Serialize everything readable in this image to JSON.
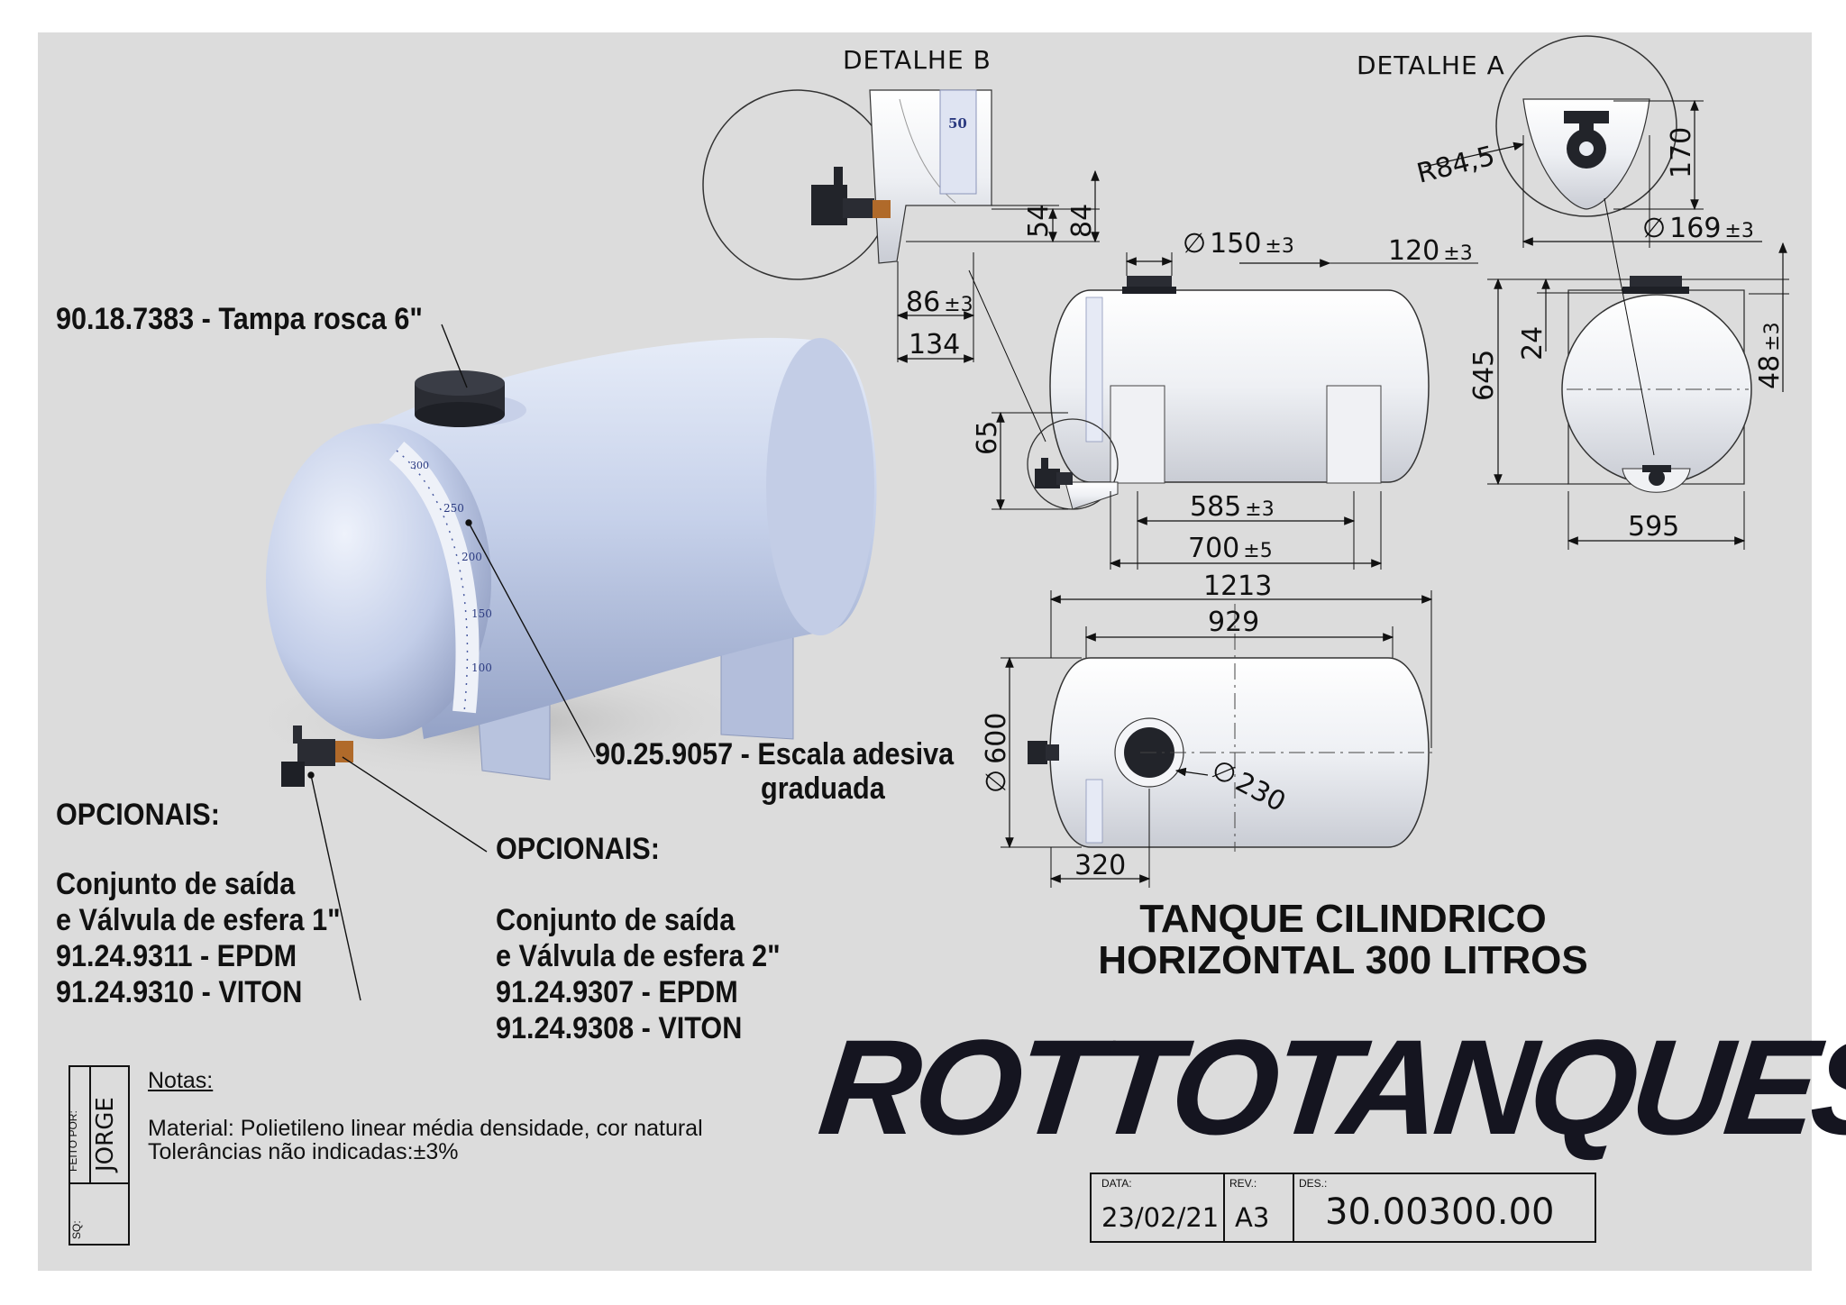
{
  "details": {
    "detail_b": "DETALHE B",
    "detail_a": "DETALHE A"
  },
  "dimensions": {
    "d_54": "54",
    "d_84": "84",
    "d_86": "86",
    "d_86_tol": "±3",
    "d_134": "134",
    "d_150": "150",
    "d_150_tol": "±3",
    "d_120": "120",
    "d_120_tol": "±3",
    "r_84_5": "R84,5",
    "d_170": "170",
    "d_169": "169",
    "d_169_tol": "±3",
    "d_24": "24",
    "d_645": "645",
    "d_48": "48",
    "d_48_tol": "±3",
    "d_65": "65",
    "d_585": "585",
    "d_585_tol": "±3",
    "d_700": "700",
    "d_700_tol": "±5",
    "d_595": "595",
    "d_1213": "1213",
    "d_929": "929",
    "d_600": "600",
    "d_230": "230",
    "d_320": "320",
    "diameter_symbol": "∅"
  },
  "callouts": {
    "cap": "90.18.7383 - Tampa rosca 6\"",
    "scale_line1": "90.25.9057 - Escala adesiva",
    "scale_line2": "graduada",
    "opt1_title": "OPCIONAIS:",
    "opt1_l1": "Conjunto de saída",
    "opt1_l2": "e Válvula de esfera 1\"",
    "opt1_l3": "91.24.9311 - EPDM",
    "opt1_l4": "91.24.9310 - VITON",
    "opt2_title": "OPCIONAIS:",
    "opt2_l1": "Conjunto de saída",
    "opt2_l2": "e Válvula de esfera 2\"",
    "opt2_l3": "91.24.9307 - EPDM",
    "opt2_l4": "91.24.9308 - VITON"
  },
  "scale_marks": [
    "300",
    "250",
    "200",
    "150",
    "100",
    "50"
  ],
  "title": {
    "line1": "TANQUE CILINDRICO",
    "line2": "HORIZONTAL 300 LITROS"
  },
  "brand": "ROTTOTANQUES",
  "notes": {
    "heading": "Notas:",
    "line1": "Material: Polietileno linear média densidade, cor natural",
    "line2": "Tolerâncias não indicadas:±3%"
  },
  "titleblock": {
    "made_by_label": "FEITO POR:",
    "made_by": "JORGE",
    "sq_label": "SQ:",
    "date_label": "DATA:",
    "date": "23/02/21",
    "rev_label": "REV.:",
    "rev": "A3",
    "des_label": "DES.:",
    "des": "30.00300.00"
  },
  "colors": {
    "tank": "#c9d3ea",
    "tank_dark": "#9aa6c4",
    "cap": "#2a2c33",
    "sheet": "#dcdcdc"
  }
}
